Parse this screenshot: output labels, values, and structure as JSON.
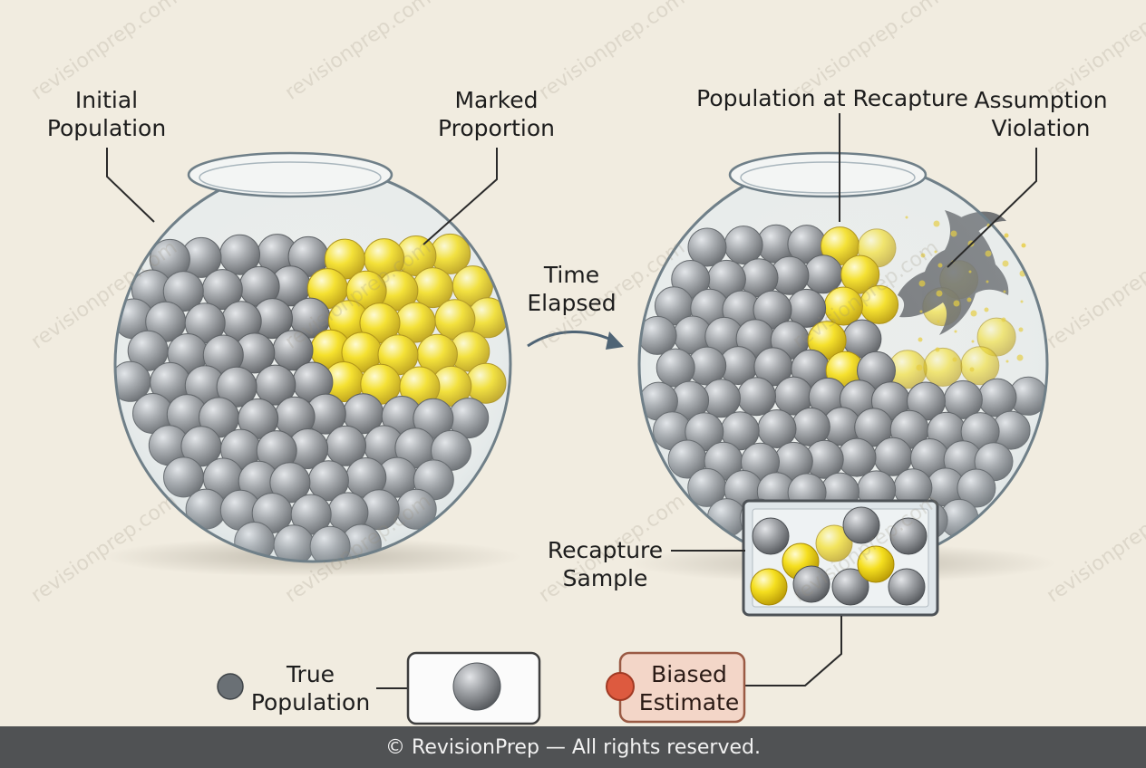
{
  "watermark": "revisionprep.com",
  "labels": {
    "initial_population": "Initial\nPopulation",
    "marked_proportion": "Marked\nProportion",
    "time_elapsed": "Time\nElapsed",
    "population_at_recapture": "Population at Recapture",
    "assumption_violation": "Assumption\nViolation",
    "recapture_sample": "Recapture\nSample",
    "true_population": "True\nPopulation",
    "biased_estimate": "Biased\nEstimate"
  },
  "footer": "© RevisionPrep — All rights reserved.",
  "colors": {
    "background": "#f1ece0",
    "unmarked_sphere": "#8f9296",
    "marked_sphere": "#f2dc1f",
    "predator_silhouette": "#5d6064",
    "biased_box": "#f3d6c8",
    "biased_dot": "#dd5a3f",
    "footer_bar": "#505254"
  },
  "icons": {
    "legend_true_population": "grey-dot-icon",
    "legend_box": "grey-sphere-icon",
    "legend_biased": "red-dot-icon",
    "predator": "predator-silhouette-icon",
    "arrow": "curved-arrow-icon"
  }
}
